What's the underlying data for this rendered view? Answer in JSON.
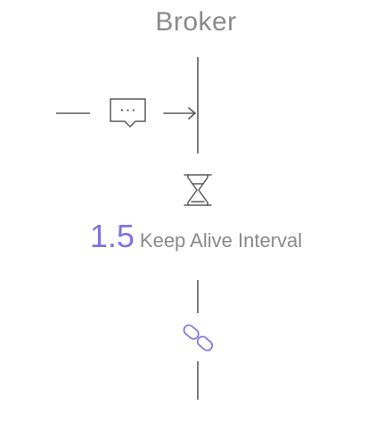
{
  "diagram": {
    "title": "Broker",
    "keep_alive": {
      "factor": "1.5",
      "label": "Keep Alive Interval"
    }
  },
  "icons": {
    "message": "message-bubble-icon",
    "timer": "hourglass-icon",
    "connection": "link-icon"
  },
  "colors": {
    "line": "#5a5a5a",
    "text": "#8a8a8a",
    "accent": "#7d73e6"
  }
}
